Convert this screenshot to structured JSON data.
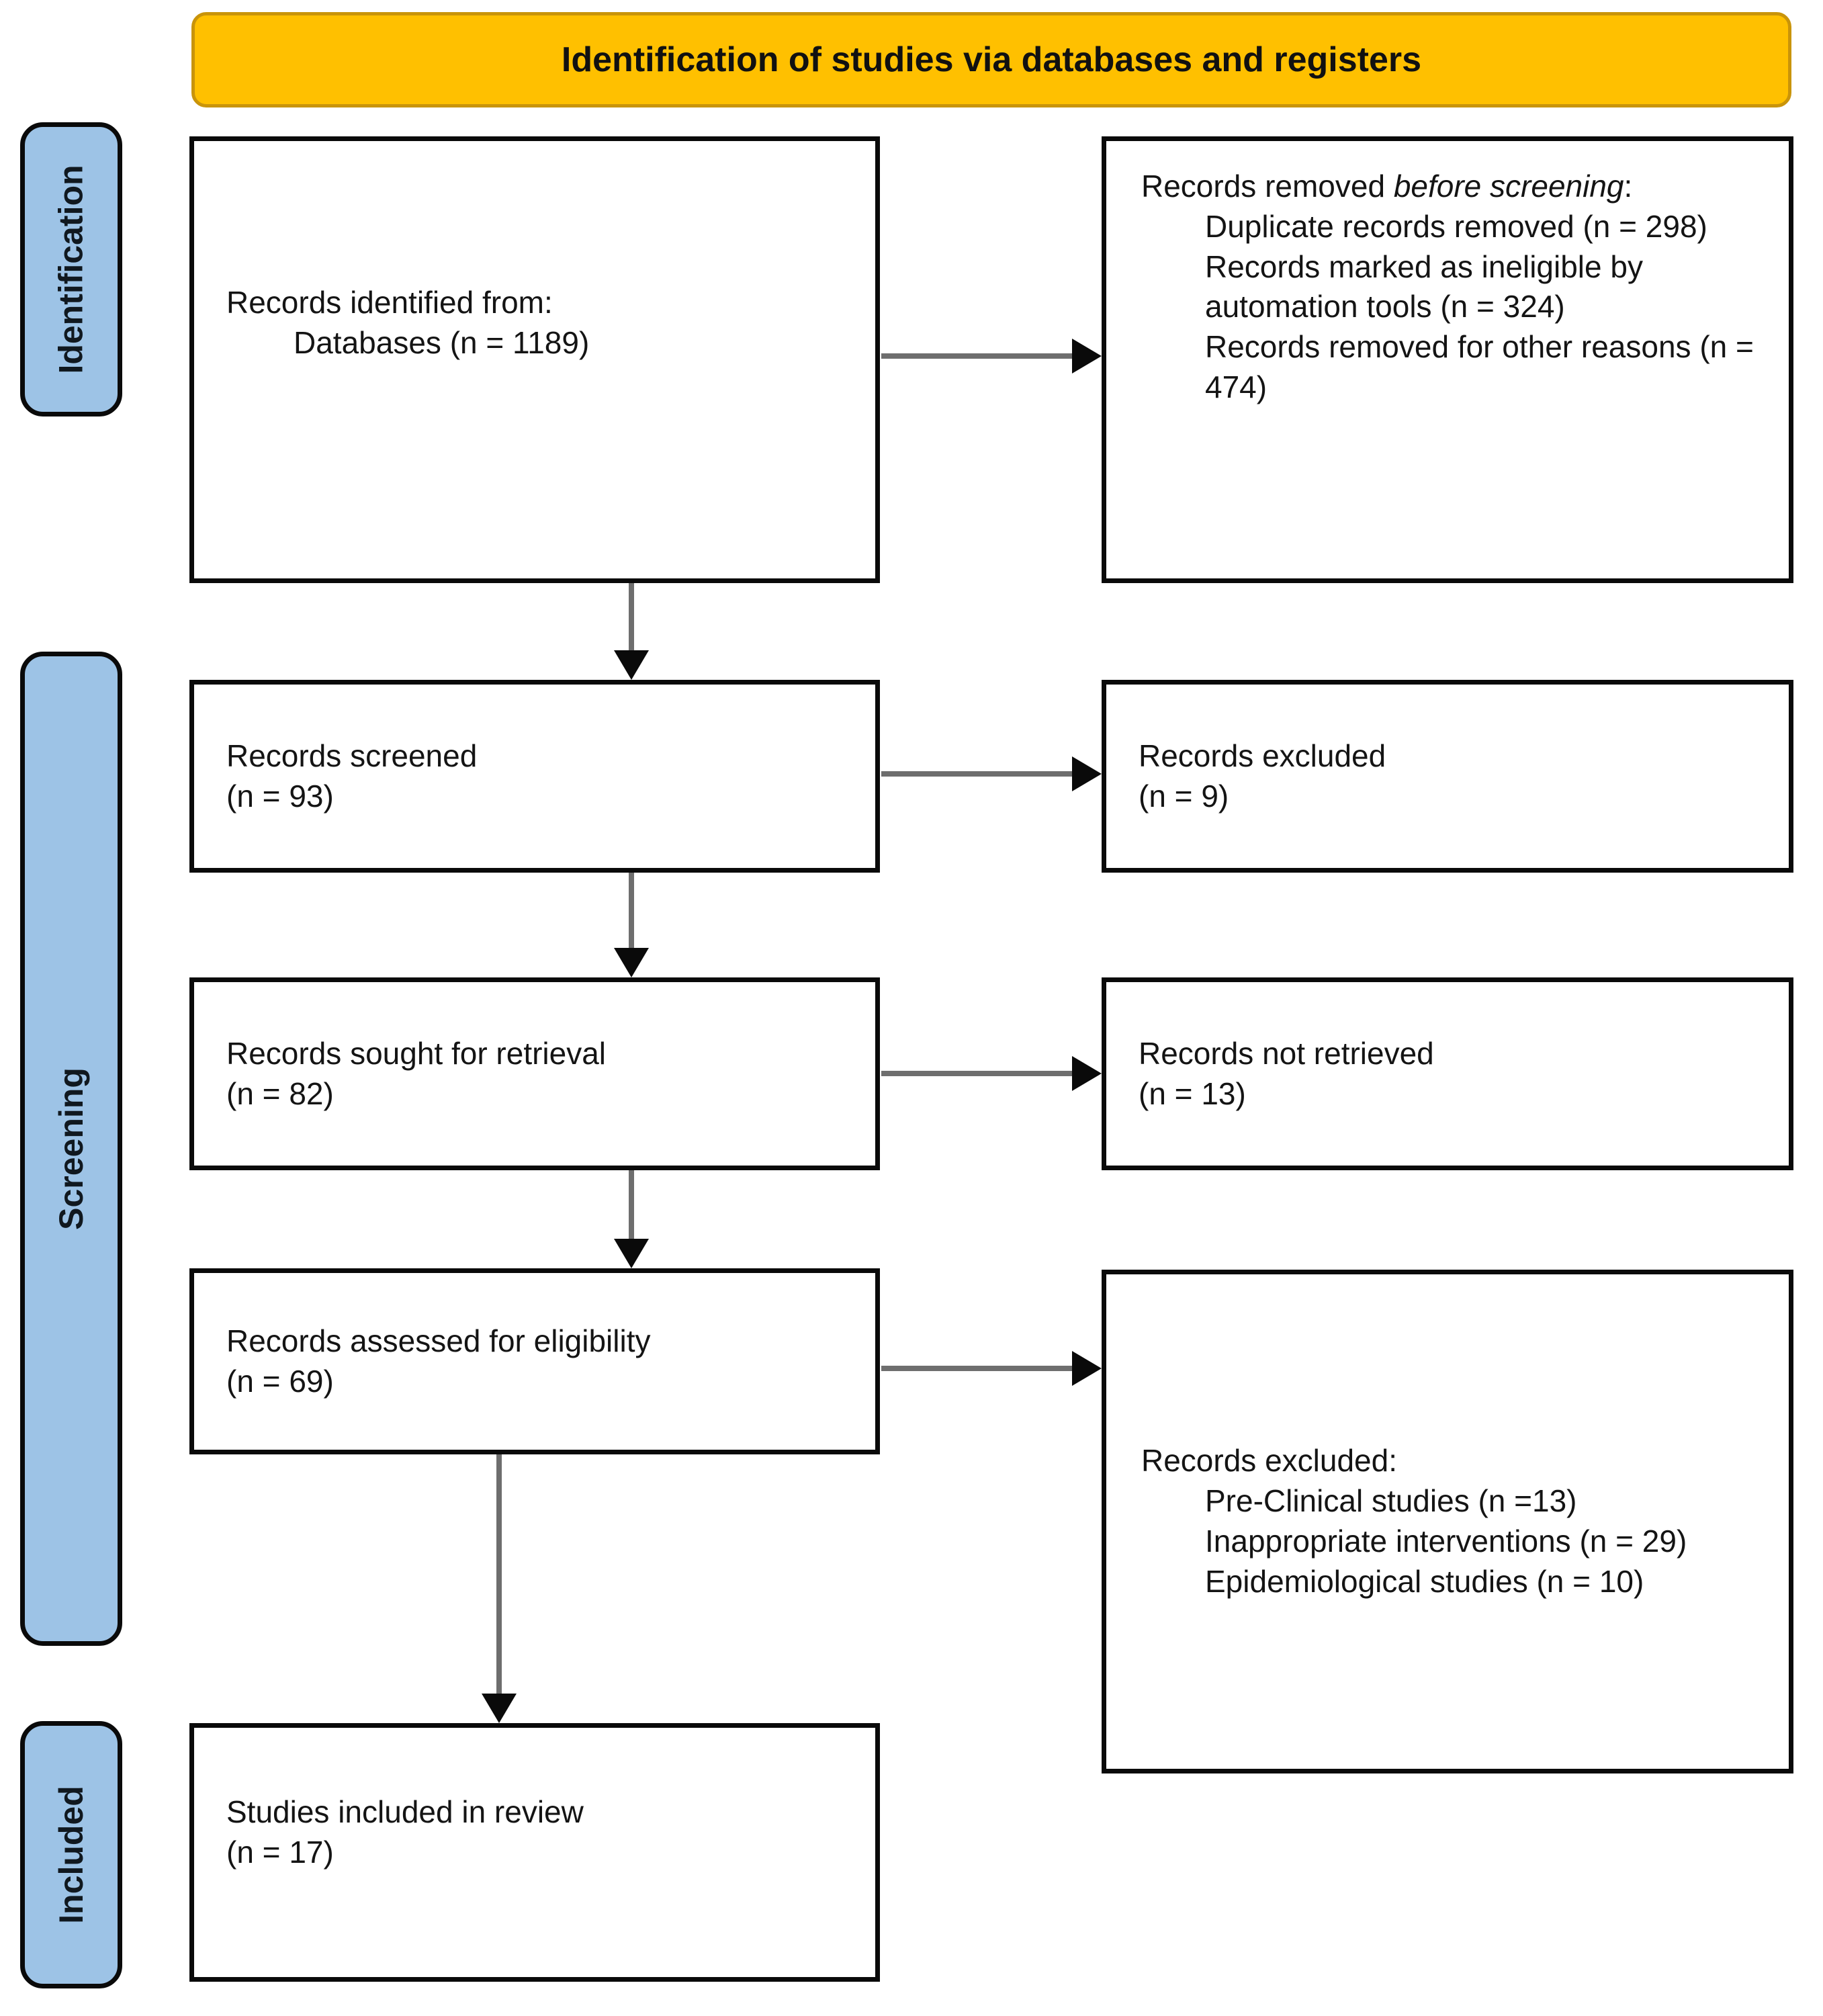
{
  "banner": {
    "title": "Identification of studies via databases and registers"
  },
  "colors": {
    "banner_bg": "#FFC000",
    "banner_border": "#C9940A",
    "sidebar_bg": "#9DC3E6",
    "box_border": "#0A0A0A",
    "arrow_line": "#6E6E6E",
    "arrow_head": "#0A0A0A",
    "text_color": "#141414",
    "page_bg": "#FFFFFF"
  },
  "sidebar": {
    "stages": [
      {
        "label": "Identification"
      },
      {
        "label": "Screening"
      },
      {
        "label": "Included"
      }
    ]
  },
  "flow": {
    "identified": {
      "line1": "Records identified from:",
      "line2": "Databases (n = 1189)"
    },
    "removed_before": {
      "title_prefix": "Records removed ",
      "title_italic": "before screening",
      "title_suffix": ":",
      "items": [
        "Duplicate records removed (n = 298)",
        "Records marked as ineligible by automation tools (n = 324)",
        "Records removed for other reasons (n = 474)"
      ]
    },
    "screened": {
      "line1": "Records screened",
      "line2": "(n = 93)"
    },
    "excluded": {
      "line1": "Records excluded",
      "line2": "(n = 9)"
    },
    "sought": {
      "line1": "Records sought for retrieval",
      "line2": "(n = 82)"
    },
    "not_retrieved": {
      "line1": "Records not retrieved",
      "line2": "(n = 13)"
    },
    "assessed": {
      "line1": "Records assessed for eligibility",
      "line2": "(n = 69)"
    },
    "excluded_reasons": {
      "title": "Records excluded:",
      "items": [
        "Pre-Clinical studies (n =13)",
        "Inappropriate interventions (n = 29)",
        "Epidemiological studies (n = 10)"
      ]
    },
    "included": {
      "line1": "Studies included in review",
      "line2": "(n = 17)"
    }
  }
}
